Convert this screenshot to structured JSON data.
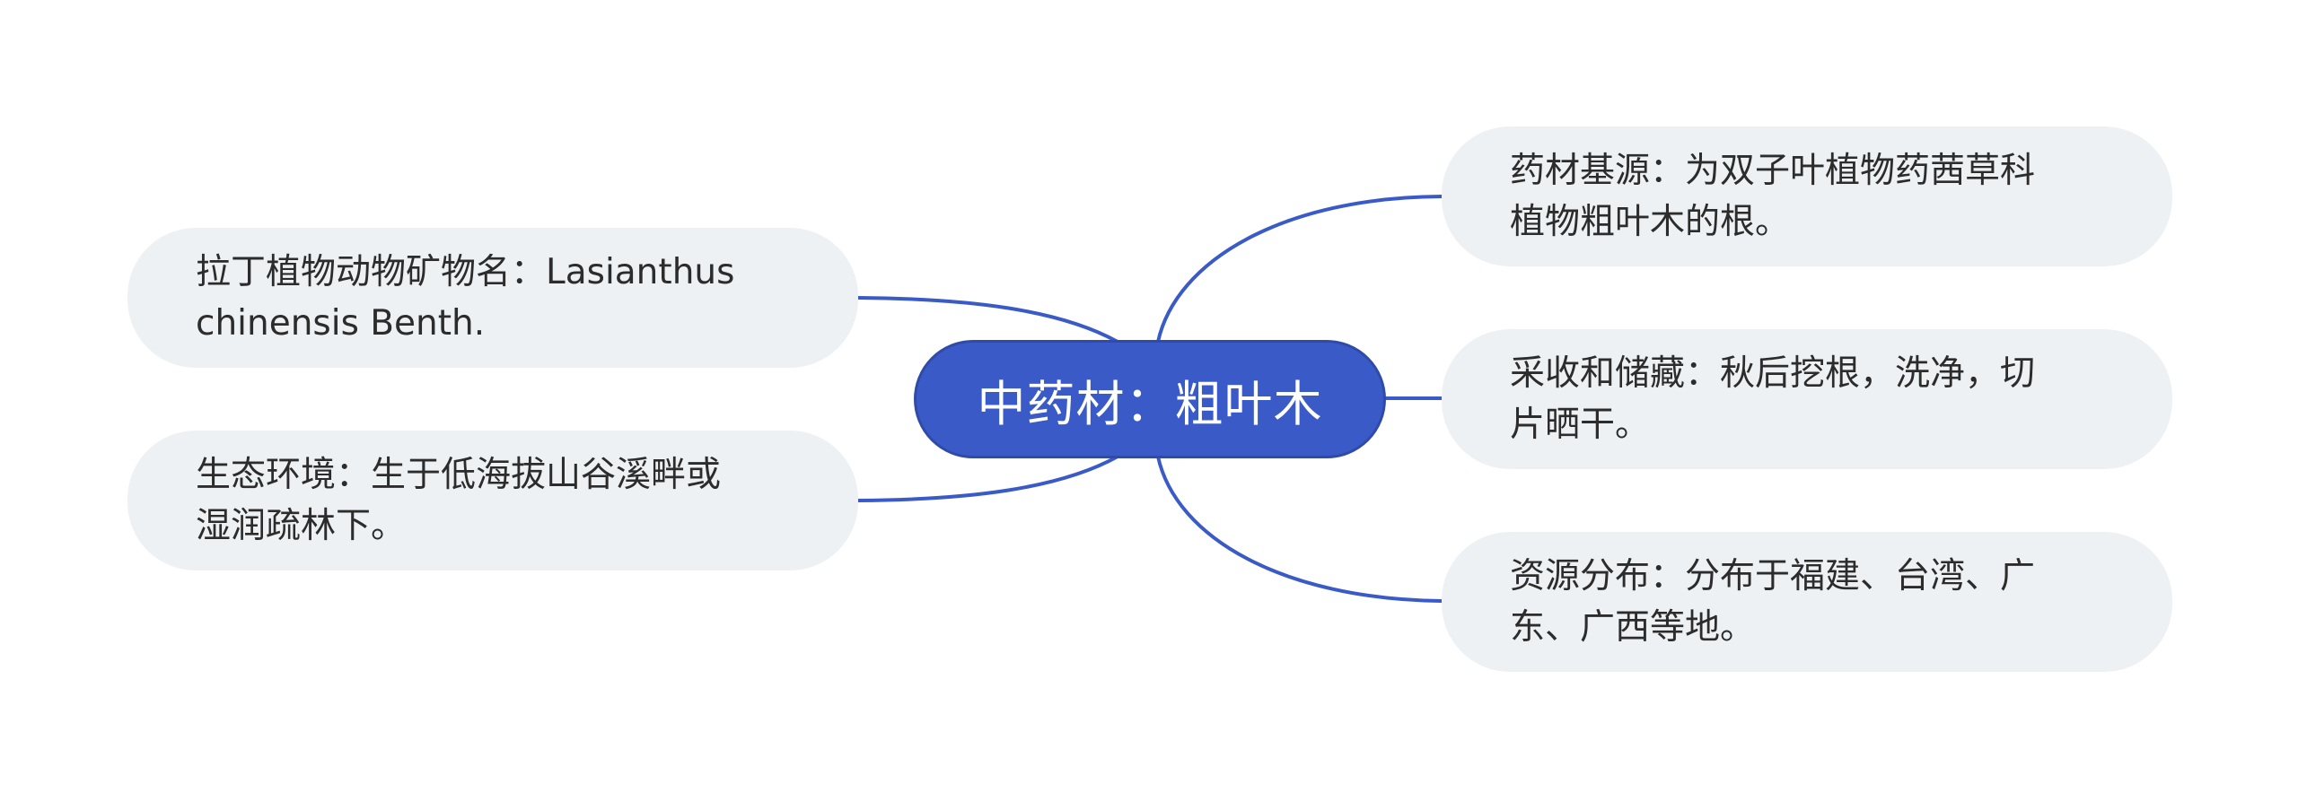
{
  "mindmap": {
    "center": "中药材：粗叶木",
    "left_nodes": [
      "拉丁植物动物矿物名：Lasianthus\nchinensis Benth.",
      "生态环境：生于低海拔山谷溪畔或\n湿润疏林下。"
    ],
    "right_nodes": [
      "药材基源：为双子叶植物药茜草科\n植物粗叶木的根。",
      "采收和储藏：秋后挖根，洗净，切\n片晒干。",
      "资源分布：分布于福建、台湾、广\n东、广西等地。"
    ]
  },
  "colors": {
    "center_fill": "#3a5bc7",
    "branch_line": "#3a5bc7",
    "node_fill": "#eef1f4",
    "node_text": "#2c2c2c"
  }
}
